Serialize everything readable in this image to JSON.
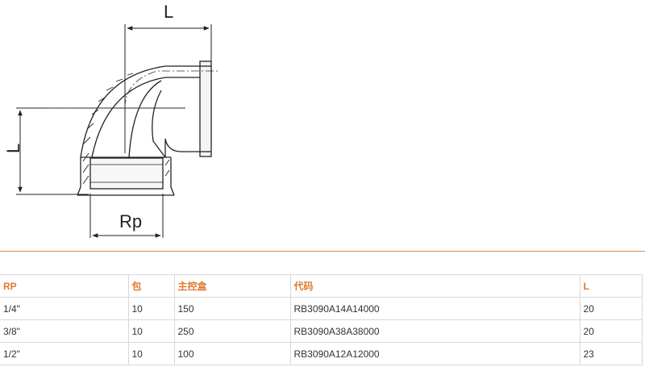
{
  "drawing": {
    "dim_top_label": "L",
    "dim_left_label": "L",
    "dim_bottom_label": "Rp"
  },
  "table": {
    "headers": [
      "RP",
      "包",
      "主控盒",
      "代码",
      "L"
    ],
    "rows": [
      [
        "1/4\"",
        "10",
        "150",
        "RB3090A14A14000",
        "20"
      ],
      [
        "3/8\"",
        "10",
        "250",
        "RB3090A38A38000",
        "20"
      ],
      [
        "1/2\"",
        "10",
        "100",
        "RB3090A12A12000",
        "23"
      ]
    ]
  },
  "colors": {
    "accent": "#e07a2e",
    "divider": "#e08a4a",
    "grid": "#d8d8d8"
  }
}
